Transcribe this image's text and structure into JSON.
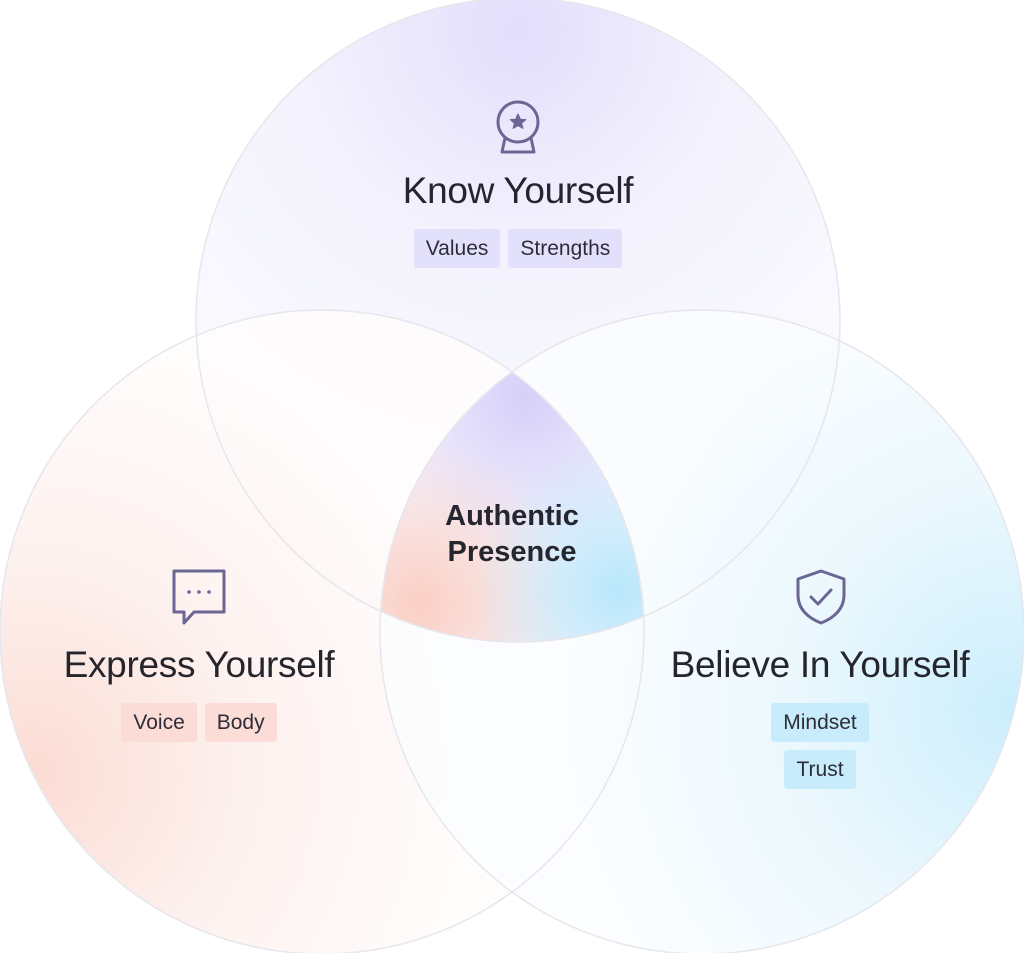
{
  "circles": {
    "top": {
      "title": "Know Yourself",
      "icon": "crystal-ball-star-icon",
      "tags": [
        "Values",
        "Strengths"
      ],
      "color": "#e3e0fb"
    },
    "left": {
      "title": "Express Yourself",
      "icon": "speech-bubble-icon",
      "tags": [
        "Voice",
        "Body"
      ],
      "color": "#fbdcd6"
    },
    "right": {
      "title": "Believe In Yourself",
      "icon": "shield-check-icon",
      "tags": [
        "Mindset",
        "Trust"
      ],
      "color": "#c8ecfb"
    }
  },
  "center": {
    "line1": "Authentic",
    "line2": "Presence"
  },
  "colors": {
    "icon_stroke": "#6b6693",
    "outline": "#e8e8ee"
  }
}
